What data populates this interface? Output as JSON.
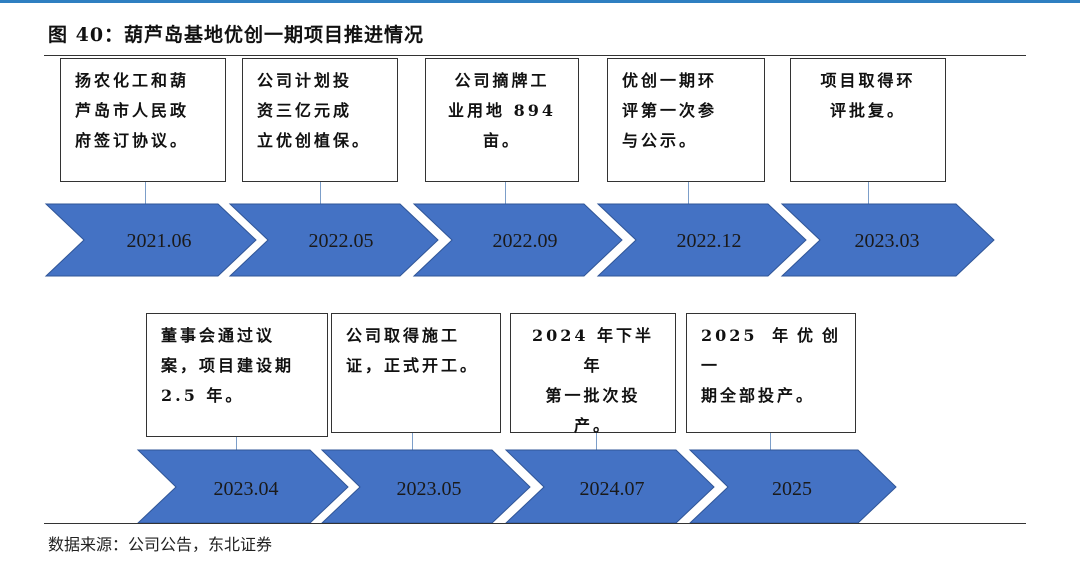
{
  "figure": {
    "title": "图 40：葫芦岛基地优创一期项目推进情况",
    "source": "数据来源：公司公告，东北证券"
  },
  "timeline": {
    "row1": [
      {
        "date": "2021.06",
        "text": "扬农化工和葫\n芦岛市人民政\n府签订协议。"
      },
      {
        "date": "2022.05",
        "text": "公司计划投\n资三亿元成\n立优创植保。"
      },
      {
        "date": "2022.09",
        "text": "公司摘牌工\n业用地 894\n亩。"
      },
      {
        "date": "2022.12",
        "text": "优创一期环\n评第一次参\n与公示。"
      },
      {
        "date": "2023.03",
        "text": "项目取得环\n评批复。"
      }
    ],
    "row2": [
      {
        "date": "2023.04",
        "text": "董事会通过议\n案，项目建设期\n2.5 年。"
      },
      {
        "date": "2023.05",
        "text": "公司取得施工\n证，正式开工。"
      },
      {
        "date": "2024.07",
        "text": "2024 年下半年\n第一批次投\n产。"
      },
      {
        "date": "2025",
        "text": "2025 年优创一\n期全部投产。"
      }
    ]
  },
  "colors": {
    "arrow_fill": "#4472c4",
    "arrow_stroke": "#2f5597",
    "top_rule": "#2f7fc1",
    "connector": "#7c9ec9"
  }
}
